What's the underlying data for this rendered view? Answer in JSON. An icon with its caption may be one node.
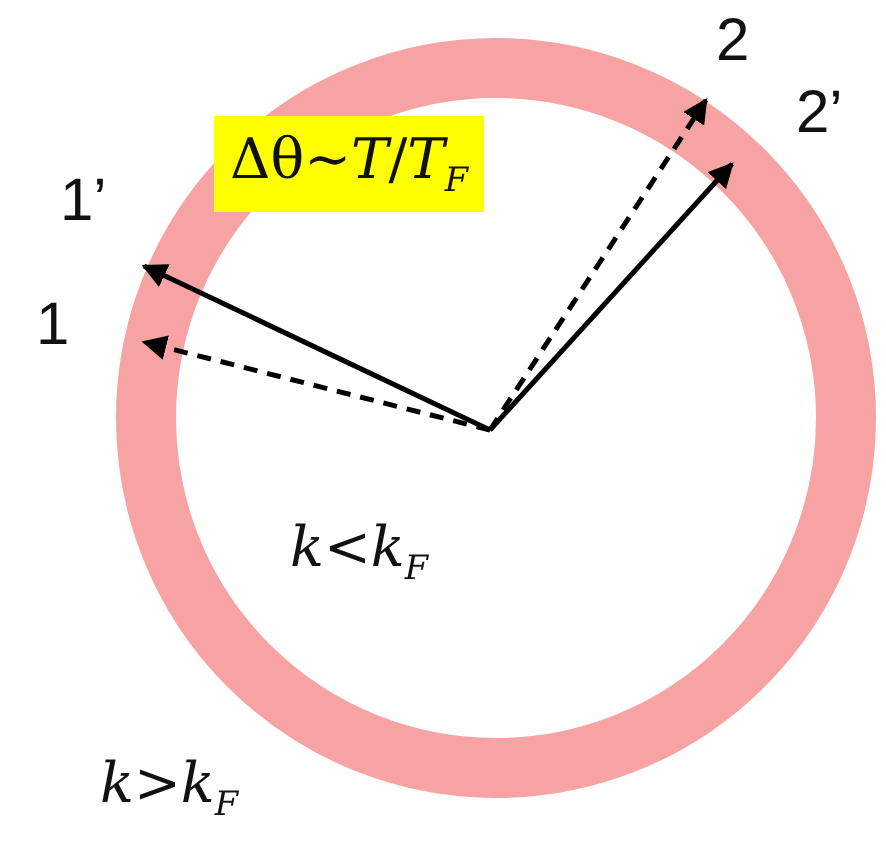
{
  "diagram": {
    "labels": [
      "2",
      "2’",
      "Δθ~*T*/*T*$_{F}$",
      "1’",
      "1",
      "k<k$_{F}$",
      "k>k$_{F}$"
    ]
  }
}
